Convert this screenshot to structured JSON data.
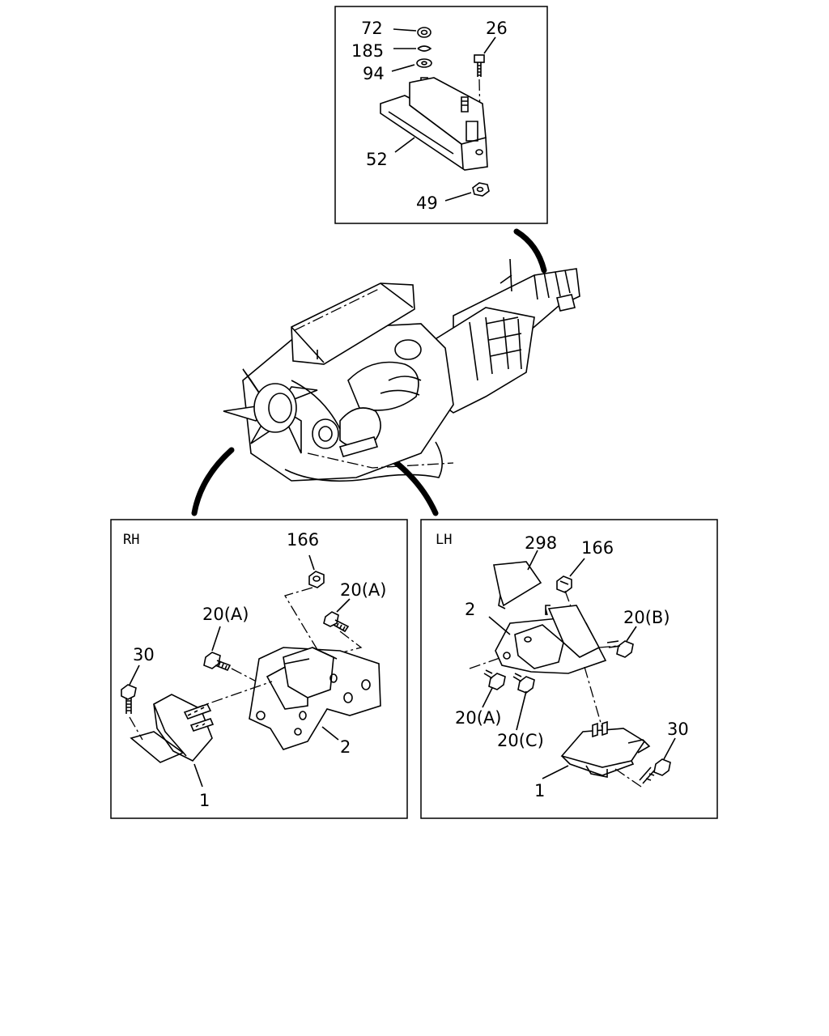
{
  "callouts": {
    "top": {
      "n72": "72",
      "n185": "185",
      "n94": "94",
      "n26": "26",
      "n52": "52",
      "n49": "49"
    },
    "rh": {
      "side_label": "RH",
      "n166": "166",
      "n20a_upper": "20(A)",
      "n20a_left": "20(A)",
      "n30": "30",
      "n1": "1",
      "n2": "2"
    },
    "lh": {
      "side_label": "LH",
      "n298": "298",
      "n166": "166",
      "n2": "2",
      "n20b": "20(B)",
      "n20a": "20(A)",
      "n20c": "20(C)",
      "n30": "30",
      "n1": "1"
    }
  }
}
